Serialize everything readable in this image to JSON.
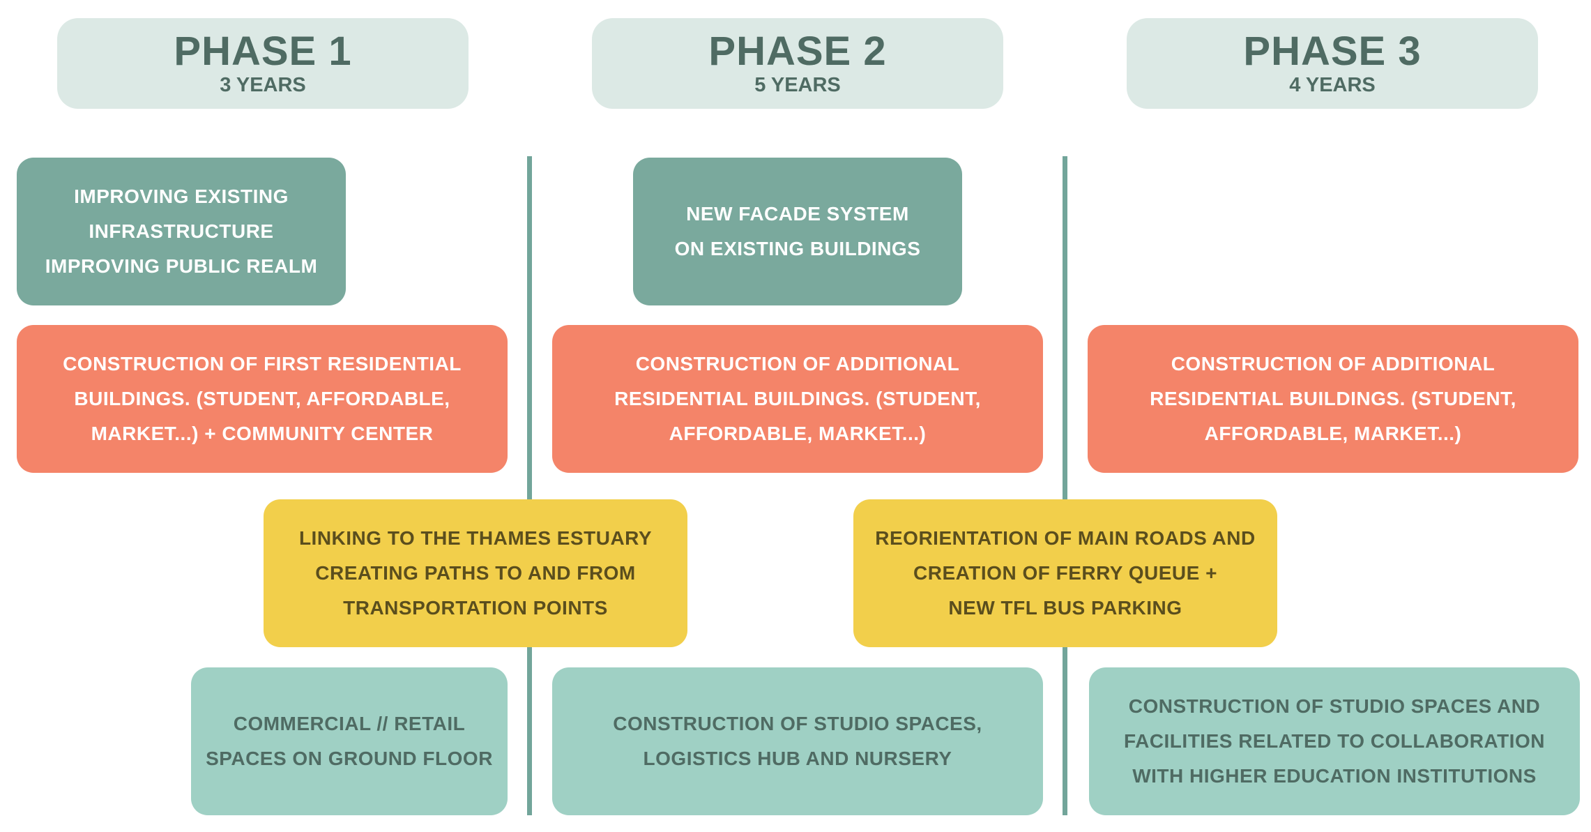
{
  "phases": [
    {
      "title": "PHASE 1",
      "duration": "3 YEARS"
    },
    {
      "title": "PHASE 2",
      "duration": "5 YEARS"
    },
    {
      "title": "PHASE 3",
      "duration": "4 YEARS"
    }
  ],
  "rows": {
    "infrastructure": {
      "phase1": "IMPROVING EXISTING\nINFRASTRUCTURE\nIMPROVING PUBLIC REALM",
      "phase2": "NEW FACADE SYSTEM\nON EXISTING BUILDINGS"
    },
    "residential": {
      "phase1": "CONSTRUCTION OF FIRST RESIDENTIAL\nBUILDINGS. (STUDENT, AFFORDABLE,\nMARKET...) + COMMUNITY CENTER",
      "phase2": "CONSTRUCTION OF ADDITIONAL\nRESIDENTIAL BUILDINGS. (STUDENT,\nAFFORDABLE, MARKET...)",
      "phase3": "CONSTRUCTION OF ADDITIONAL\nRESIDENTIAL BUILDINGS. (STUDENT,\nAFFORDABLE, MARKET...)"
    },
    "linking": {
      "phase1_2": "LINKING TO THE THAMES ESTUARY\nCREATING PATHS TO AND FROM\nTRANSPORTATION POINTS",
      "phase2_3": "REORIENTATION OF MAIN ROADS AND\nCREATION OF FERRY QUEUE +\nNEW TFL BUS PARKING"
    },
    "studio": {
      "phase1": "COMMERCIAL // RETAIL\nSPACES ON GROUND FLOOR",
      "phase2": "CONSTRUCTION OF STUDIO SPACES,\nLOGISTICS HUB AND NURSERY",
      "phase3": "CONSTRUCTION OF STUDIO SPACES AND\nFACILITIES RELATED TO COLLABORATION\nWITH HIGHER EDUCATION INSTITUTIONS"
    }
  },
  "colors": {
    "header_bg": "#dce9e5",
    "header_text": "#4f6b63",
    "infrastructure": "#7aa99d",
    "residential": "#f48469",
    "linking": "#f2cf4b",
    "studio": "#9fd0c4",
    "divider": "#72a59a"
  }
}
